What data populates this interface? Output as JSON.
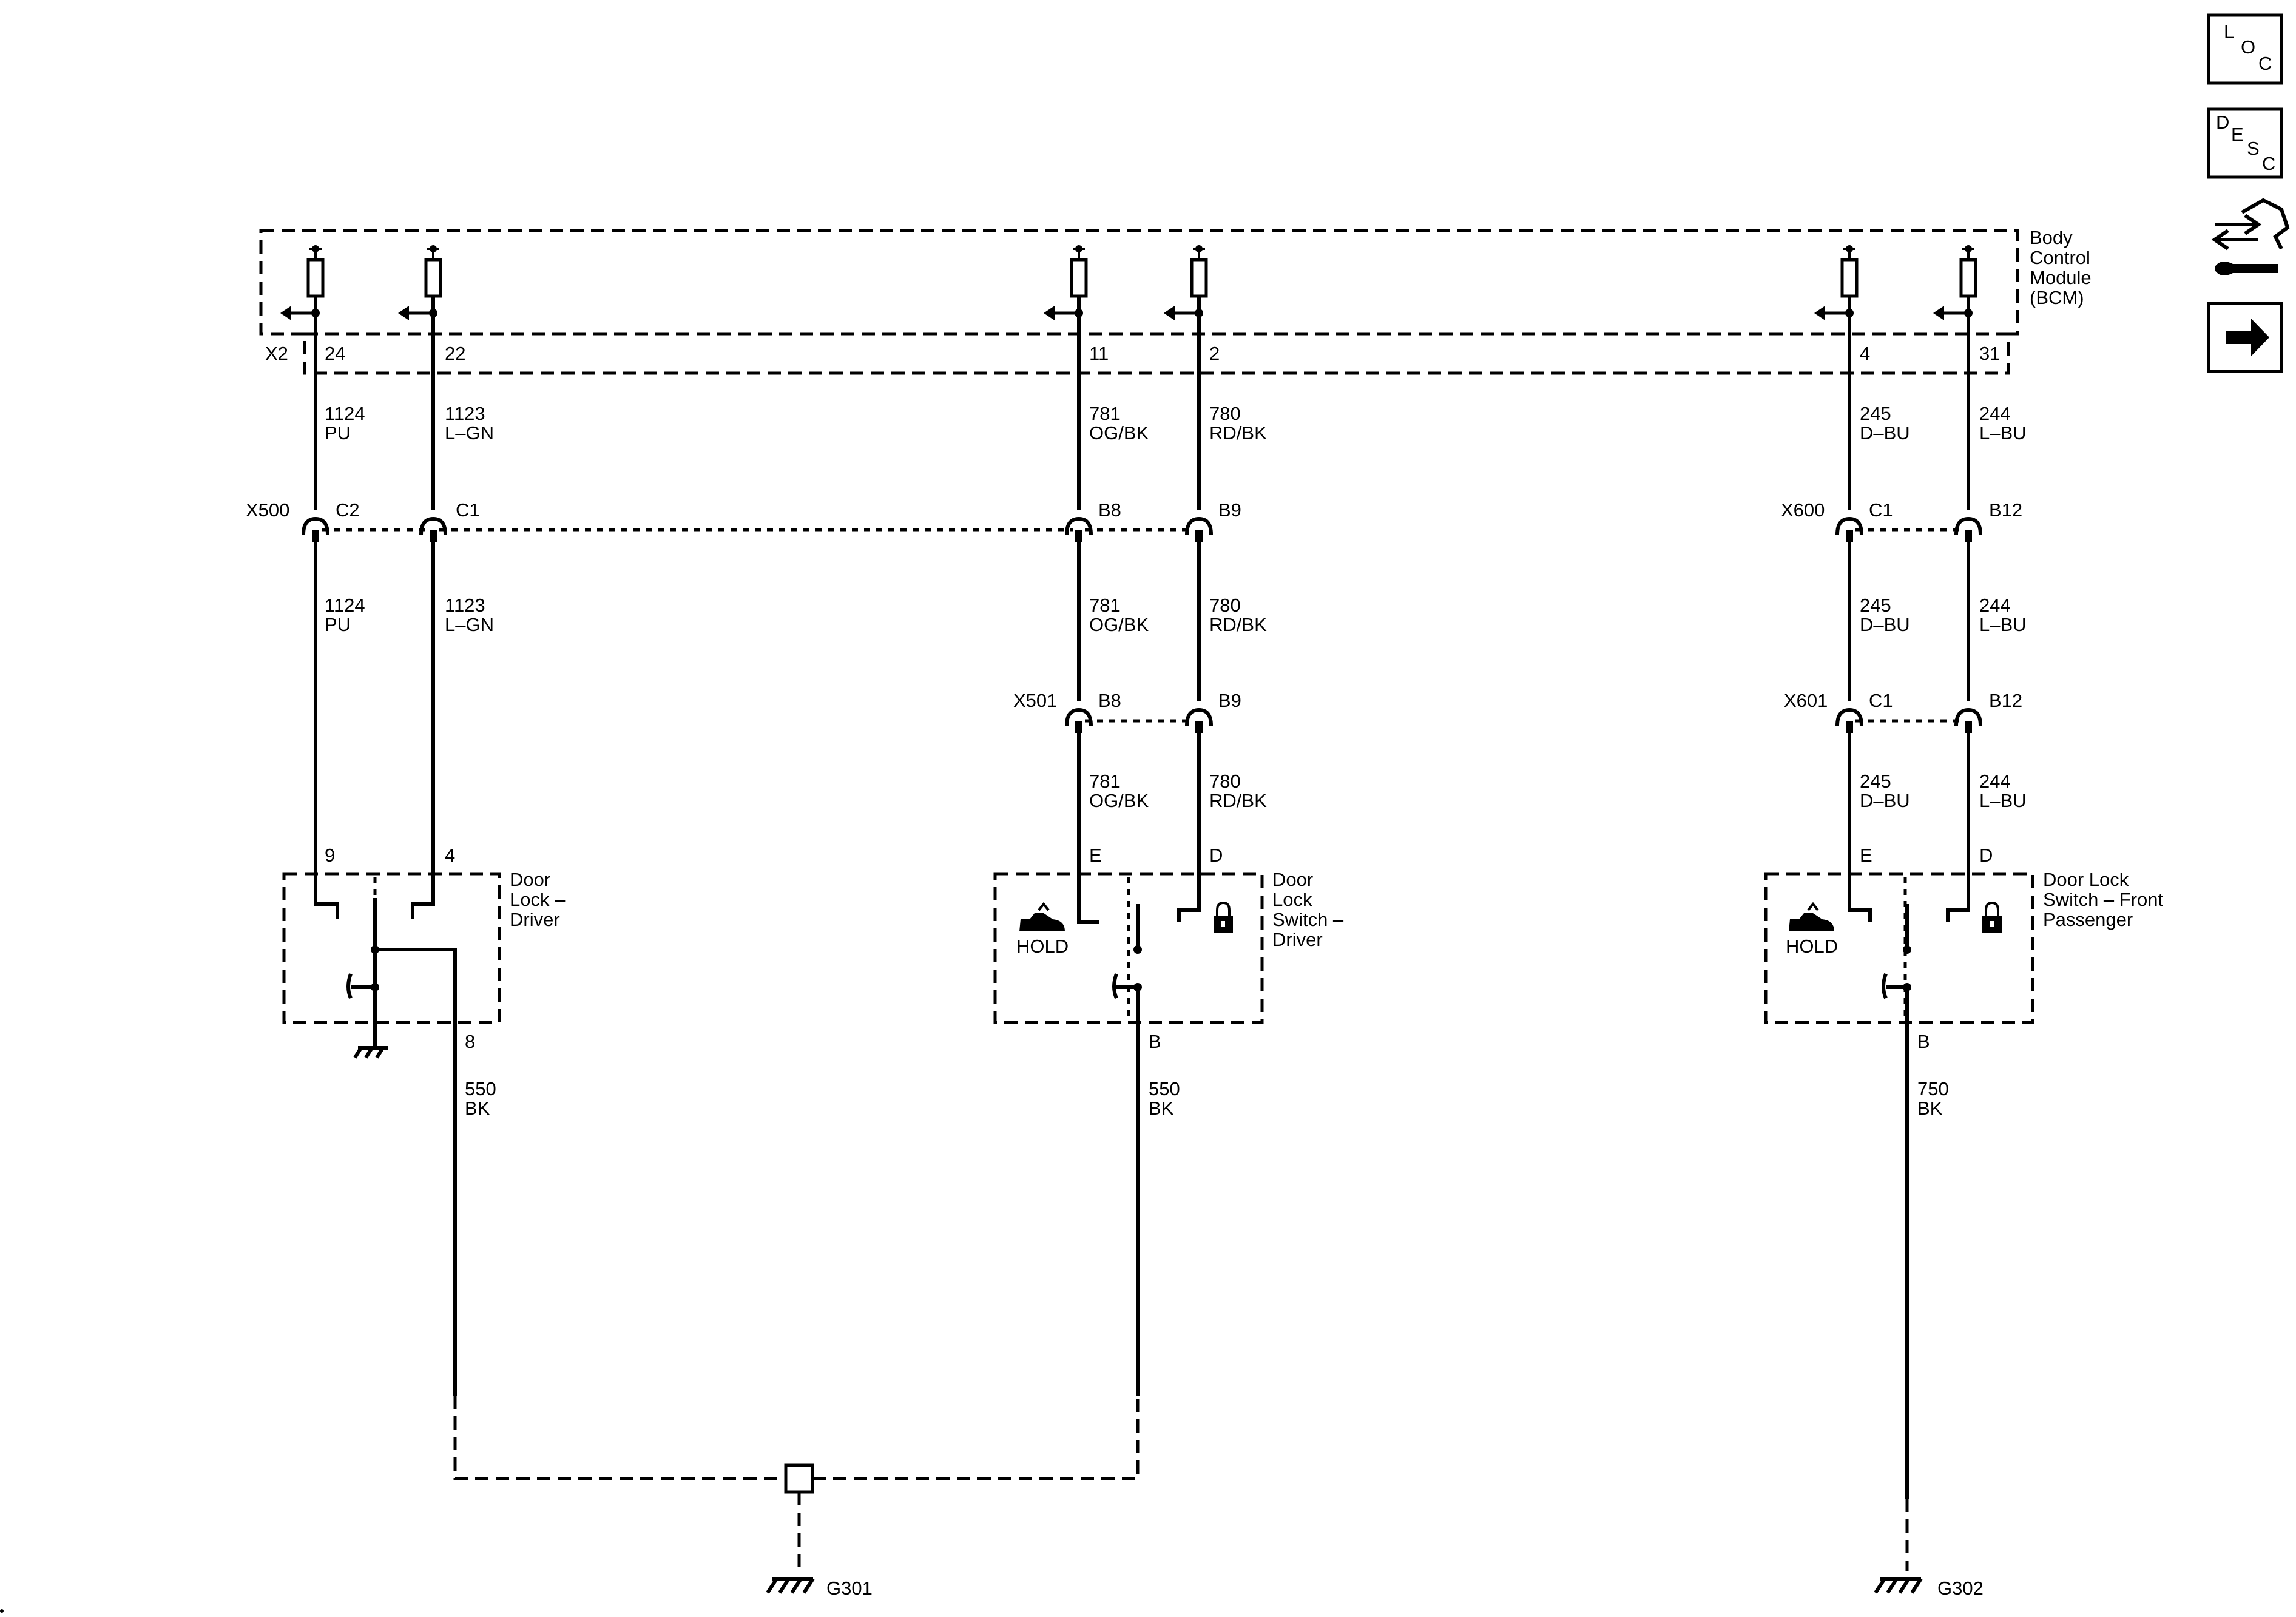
{
  "bcm": {
    "title_lines": [
      "Body",
      "Control",
      "Module",
      "(BCM)"
    ]
  },
  "connectors": {
    "x2": "X2",
    "x500": "X500",
    "x501": "X501",
    "x600": "X600",
    "x601": "X601"
  },
  "wires": [
    {
      "bcm_pin": "24",
      "circuit": "1124",
      "color": "PU",
      "x500_pin": "C2",
      "end_pin": "9"
    },
    {
      "bcm_pin": "22",
      "circuit": "1123",
      "color": "L–GN",
      "x500_pin": "C1",
      "end_pin": "4"
    },
    {
      "bcm_pin": "11",
      "circuit": "781",
      "color": "OG/BK",
      "x500_pin": "B8",
      "x501_pin": "B8",
      "end_pin": "E"
    },
    {
      "bcm_pin": "2",
      "circuit": "780",
      "color": "RD/BK",
      "x500_pin": "B9",
      "x501_pin": "B9",
      "end_pin": "D"
    },
    {
      "bcm_pin": "4",
      "circuit": "245",
      "color": "D–BU",
      "x600_pin": "C1",
      "x601_pin": "C1",
      "end_pin": "E"
    },
    {
      "bcm_pin": "31",
      "circuit": "244",
      "color": "L–BU",
      "x600_pin": "B12",
      "x601_pin": "B12",
      "end_pin": "D"
    }
  ],
  "components": {
    "door_lock_driver": {
      "name_lines": [
        "Door",
        "Lock –",
        "Driver"
      ],
      "ground_pin": "8",
      "ground_circuit": "550",
      "ground_color": "BK"
    },
    "door_lock_switch_driver": {
      "name_lines": [
        "Door",
        "Lock",
        "Switch –",
        "Driver"
      ],
      "hold_label": "HOLD",
      "ground_pin": "B",
      "ground_circuit": "550",
      "ground_color": "BK"
    },
    "door_lock_switch_passenger": {
      "name_lines": [
        "Door Lock",
        "Switch – Front",
        "Passenger"
      ],
      "hold_label": "HOLD",
      "ground_pin": "B",
      "ground_circuit": "750",
      "ground_color": "BK"
    }
  },
  "grounds": {
    "g301": "G301",
    "g302": "G302"
  },
  "sidebar": {
    "loc": {
      "letters": [
        "L",
        "O",
        "C"
      ]
    },
    "desc": {
      "letters": [
        "D",
        "E",
        "S",
        "C"
      ]
    },
    "icons": [
      "connector-repair-icon",
      "next-arrow-icon"
    ]
  }
}
